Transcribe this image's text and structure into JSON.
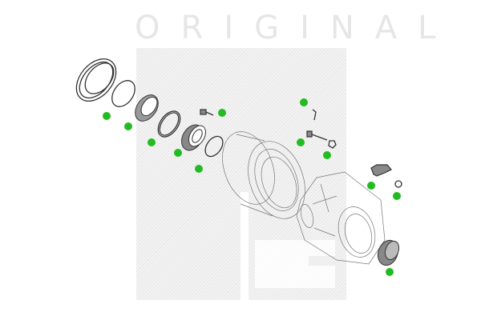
{
  "watermark": {
    "text": "ORIGINAL"
  },
  "colors": {
    "marker": "#22bb22",
    "watermark": "#e6e6e6"
  },
  "parts": [
    {
      "name": "seal-ring"
    },
    {
      "name": "seal"
    },
    {
      "name": "bearing-race"
    },
    {
      "name": "o-ring"
    },
    {
      "name": "bearing"
    },
    {
      "name": "seal-inner"
    },
    {
      "name": "bolt"
    },
    {
      "name": "drum"
    },
    {
      "name": "pin"
    },
    {
      "name": "bolt-with-nut"
    },
    {
      "name": "housing"
    },
    {
      "name": "bracket"
    },
    {
      "name": "nut"
    },
    {
      "name": "cover-bearing"
    }
  ]
}
